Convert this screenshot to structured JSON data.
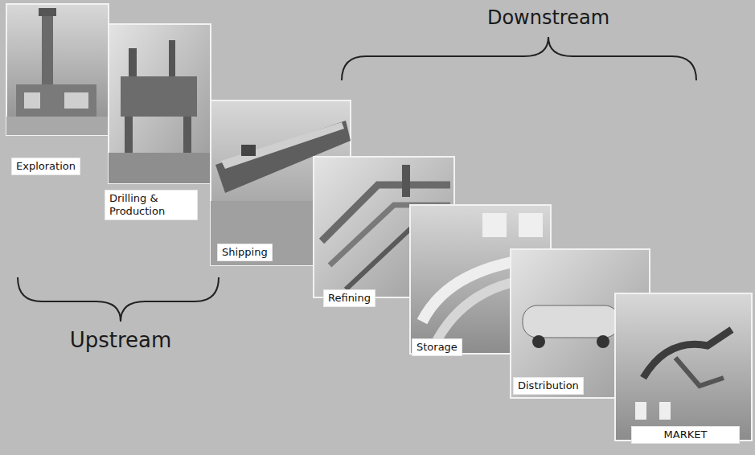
{
  "diagram": {
    "nodes": [
      {
        "text": [
          "Exploration"
        ]
      },
      {
        "text": [
          "Drilling & Production"
        ]
      },
      {
        "text": [
          "Shipping"
        ]
      },
      {
        "text": [
          "Refining"
        ]
      },
      {
        "text": [
          "Storage"
        ]
      },
      {
        "text": [
          "Distribution"
        ]
      },
      {
        "text": [
          "MARKET"
        ]
      }
    ],
    "labels": [
      "Downstream",
      "Upstream"
    ]
  }
}
